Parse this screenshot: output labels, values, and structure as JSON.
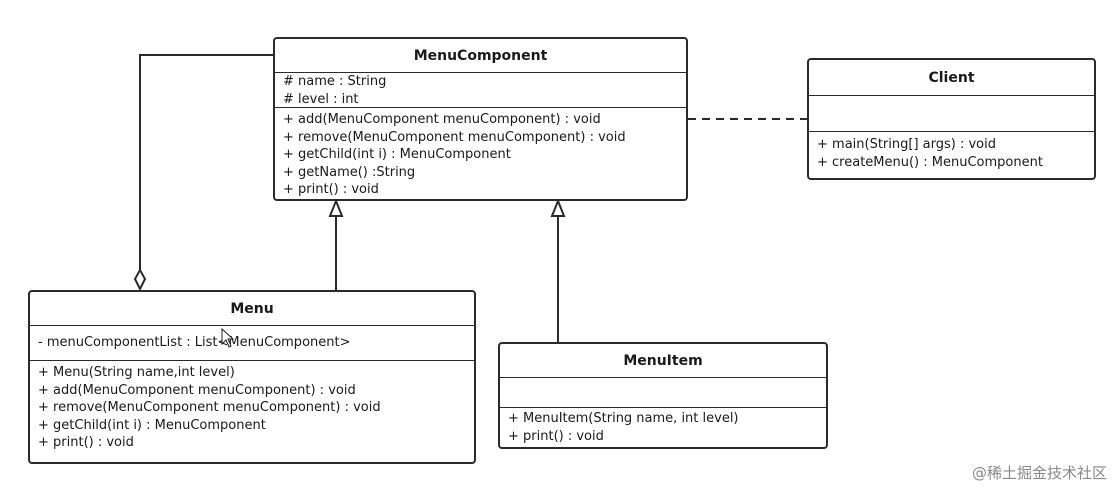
{
  "classes": {
    "menu_component": {
      "name": "MenuComponent",
      "attributes": [
        "# name : String",
        "# level : int"
      ],
      "operations": [
        "+ add(MenuComponent menuComponent) : void",
        "+ remove(MenuComponent menuComponent) : void",
        "+ getChild(int i) : MenuComponent",
        "+ getName() :String",
        "+ print() : void"
      ]
    },
    "client": {
      "name": "Client",
      "attributes": [],
      "operations": [
        "+ main(String[] args) : void",
        "+ createMenu() : MenuComponent"
      ]
    },
    "menu": {
      "name": "Menu",
      "attributes": [
        "- menuComponentList : List<MenuComponent>"
      ],
      "operations": [
        "+ Menu(String name,int level)",
        "+ add(MenuComponent menuComponent) : void",
        "+ remove(MenuComponent menuComponent) : void",
        "+ getChild(int i) : MenuComponent",
        "+ print() : void"
      ]
    },
    "menu_item": {
      "name": "MenuItem",
      "attributes": [],
      "operations": [
        "+ MenuItem(String name, int level)",
        "+ print() : void"
      ]
    }
  },
  "relationships": [
    {
      "type": "aggregation",
      "from": "Menu",
      "to": "MenuComponent"
    },
    {
      "type": "generalization",
      "from": "Menu",
      "to": "MenuComponent"
    },
    {
      "type": "generalization",
      "from": "MenuItem",
      "to": "MenuComponent"
    },
    {
      "type": "dependency",
      "from": "Client",
      "to": "MenuComponent"
    }
  ],
  "watermark": "@稀土掘金技术社区",
  "colors": {
    "line": "#2b2b2b",
    "background": "#ffffff",
    "watermark": "#8a8a8a"
  }
}
